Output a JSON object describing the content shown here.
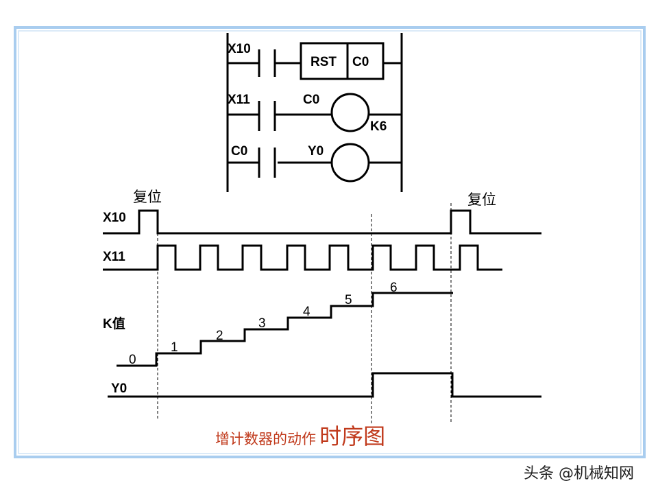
{
  "ladder": {
    "rung1": {
      "contact": "X10",
      "box_left": "RST",
      "box_right": "C0"
    },
    "rung2": {
      "contact": "X11",
      "coil": "C0",
      "preset": "K6"
    },
    "rung3": {
      "contact": "C0",
      "coil": "Y0"
    }
  },
  "timing": {
    "reset_label": "复位",
    "signals": {
      "x10": "X10",
      "x11": "X11",
      "k": "K值",
      "y0": "Y0"
    },
    "k_values": [
      "0",
      "1",
      "2",
      "3",
      "4",
      "5",
      "6"
    ]
  },
  "caption": {
    "small": "增计数器的动作",
    "large": "时序图"
  },
  "watermark": "头条 @机械知网",
  "colors": {
    "frame": "#a9cdef",
    "caption": "#c0391b",
    "line": "#000000"
  }
}
